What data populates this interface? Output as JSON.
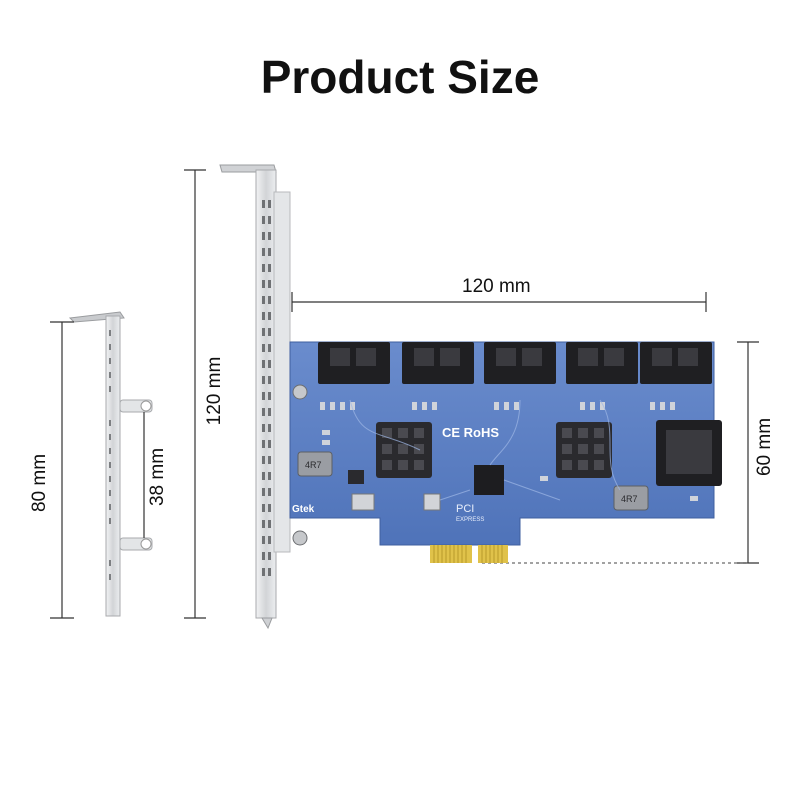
{
  "title": "Product Size",
  "dimensions": {
    "low_bracket_height": "80 mm",
    "low_bracket_hole_spacing": "38 mm",
    "full_bracket_height": "120 mm",
    "card_length": "120 mm",
    "card_height": "60 mm"
  },
  "card_markings": {
    "brand": "Gtek",
    "certifications": "CE RoHS",
    "interface_top": "PCI",
    "interface_bottom": "EXPRESS",
    "inductor_left": "4R7",
    "inductor_right": "4R7"
  },
  "colors": {
    "pcb": "#5b7fc4",
    "connector": "#1f1f22",
    "heatsink": "#2a2a2e",
    "gold": "#e0c24a",
    "bracket": "#d6d8db"
  }
}
